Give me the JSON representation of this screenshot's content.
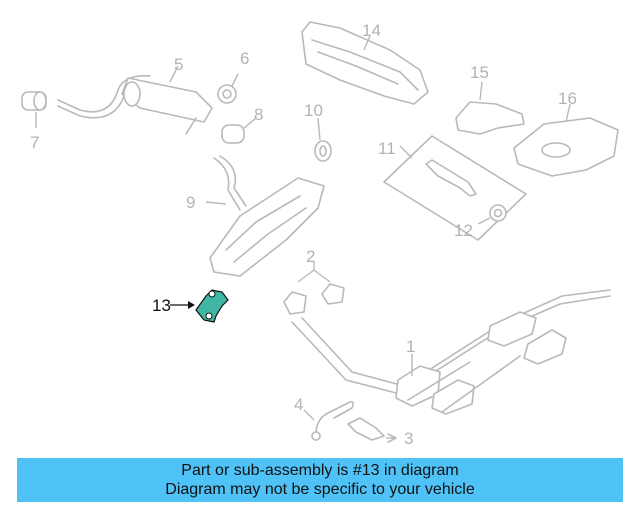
{
  "callouts": [
    {
      "id": "1",
      "label": "1"
    },
    {
      "id": "2",
      "label": "2"
    },
    {
      "id": "3",
      "label": "3"
    },
    {
      "id": "4",
      "label": "4"
    },
    {
      "id": "5",
      "label": "5"
    },
    {
      "id": "6",
      "label": "6"
    },
    {
      "id": "7",
      "label": "7"
    },
    {
      "id": "8",
      "label": "8"
    },
    {
      "id": "9",
      "label": "9"
    },
    {
      "id": "10",
      "label": "10"
    },
    {
      "id": "11",
      "label": "11"
    },
    {
      "id": "12",
      "label": "12"
    },
    {
      "id": "13",
      "label": "13"
    },
    {
      "id": "14",
      "label": "14"
    },
    {
      "id": "15",
      "label": "15"
    },
    {
      "id": "16",
      "label": "16"
    }
  ],
  "highlighted_part": "13",
  "colors": {
    "banner": "#4fc3f7",
    "highlight": "#3fb7a4",
    "line_art": "#b9b9b9"
  },
  "banner": {
    "line1": "Part or sub-assembly is #13 in diagram",
    "line2": "Diagram may not be specific to your vehicle"
  }
}
